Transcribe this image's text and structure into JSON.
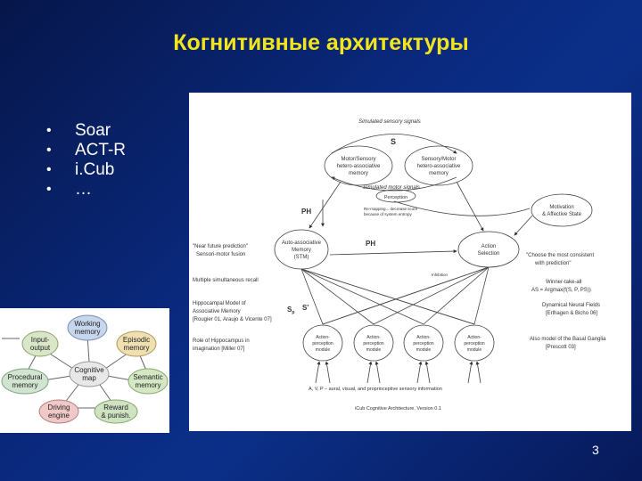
{
  "slide": {
    "title": "Когнитивные архитектуры",
    "bullets": [
      "Soar",
      "ACT-R",
      "i.Cub",
      "…"
    ],
    "bullet_symbol": "•",
    "page_number": "3"
  },
  "diagram": {
    "top_label": "Simulated sensory signals",
    "s_label": "S",
    "motor_sensory": [
      "Motor/Sensory",
      "hetero-associative",
      "memory"
    ],
    "sensory_motor": [
      "Sensory/Motor",
      "hetero-associative",
      "memory"
    ],
    "sim_motor": "Simulated motor signals",
    "perception": "Perception",
    "perception_note": [
      "Re-mapping... decrease score",
      "because of system entropy"
    ],
    "ph_left": "PH",
    "ph_mid": "PH",
    "motivation": [
      "Motivation",
      "& Affective State"
    ],
    "near_future": [
      "\"Near future prediction\"",
      "Sensori-motor fusion"
    ],
    "auto_assoc": [
      "Auto-associative",
      "Memory",
      "(STM)"
    ],
    "action_selection": [
      "Action",
      "Selection"
    ],
    "choose": [
      "\"Choose the most consistent",
      "with prediction\""
    ],
    "inhibition": "Inhibition",
    "multiple_recall": "Multiple simultaneous recall",
    "winner": [
      "Winner-take-all",
      "AS = Argmax(f(S, P, PS))"
    ],
    "hippo_model": [
      "Hippocampal Model of",
      "Associative Memory",
      "[Rougier 01, Araujo & Vicente 07]"
    ],
    "sp_label": "S",
    "sp_sub": "p",
    "s_prime": "S'",
    "dnf": [
      "Dynamical Neural Fields",
      "[Erlhagen & Bicho 06]"
    ],
    "role_hippo": [
      "Role of Hippocampus in",
      "imagination [Miller 07]"
    ],
    "basal": [
      "Also model of the Basal Ganglia",
      "[Prescott 03]"
    ],
    "modules": [
      [
        "Action-",
        "perception",
        "module"
      ],
      [
        "Action-",
        "perception",
        "module"
      ],
      [
        "Action-",
        "perception",
        "module"
      ],
      [
        "Action-",
        "perception",
        "module"
      ]
    ],
    "sensory_info": "A, V, P – aural, visual, and proprioceptive sensory information",
    "footer": "iCub Cognitive Architecture, Version 0.1"
  },
  "mini": {
    "working": [
      "Working",
      "memory"
    ],
    "input": [
      "Input-",
      "output"
    ],
    "episodic": [
      "Episodic",
      "memory"
    ],
    "cognitive": [
      "Cognitive",
      "map"
    ],
    "procedural": [
      "Procedural",
      "memory"
    ],
    "semantic": [
      "Semantic",
      "memory"
    ],
    "driving": [
      "Driving",
      "engine"
    ],
    "reward": [
      "Reward",
      "& punish."
    ]
  }
}
